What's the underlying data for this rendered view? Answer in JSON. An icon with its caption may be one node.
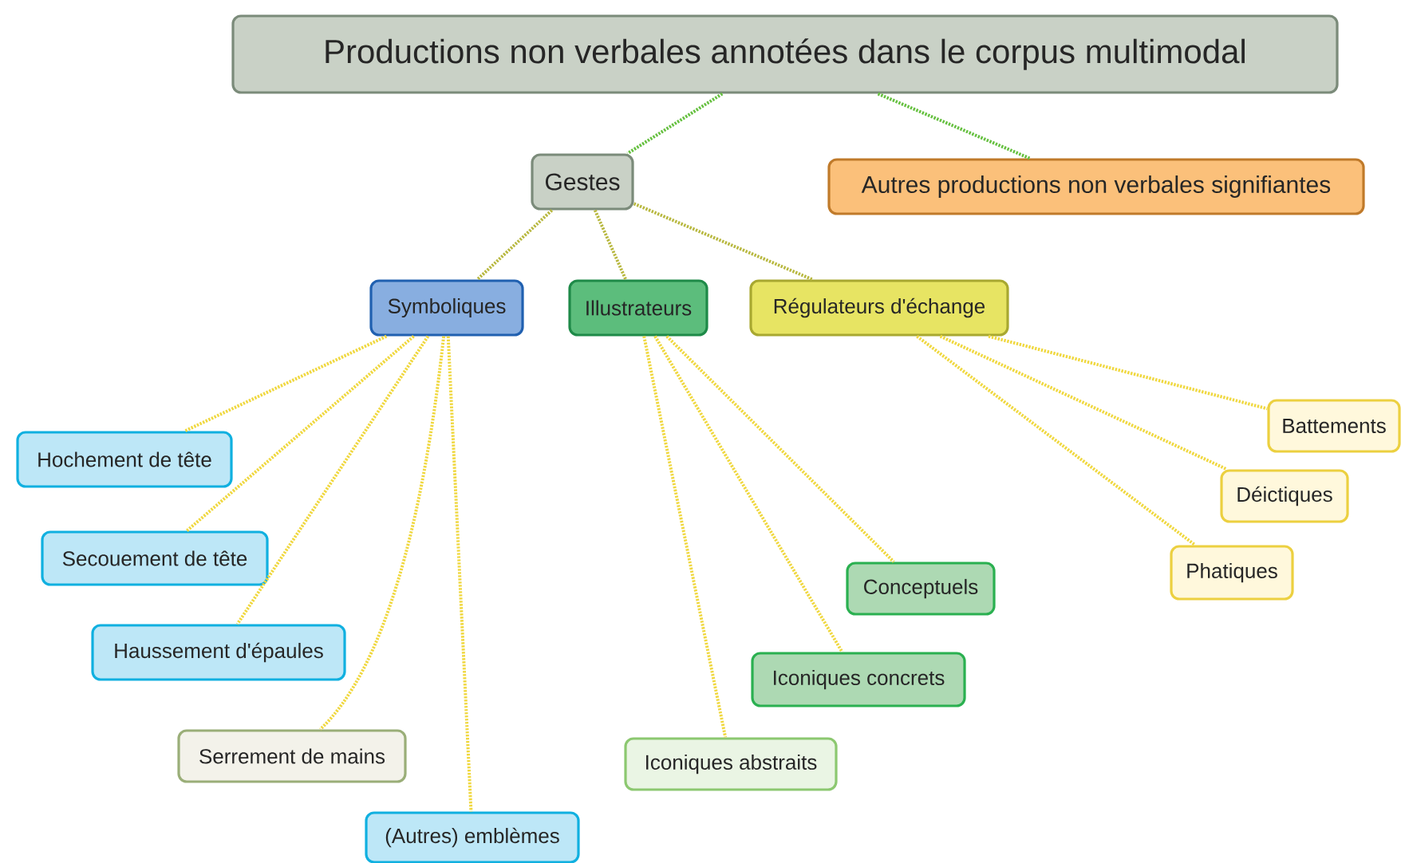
{
  "diagram": {
    "nodes": [
      {
        "text": [
          "Productions non verbales annotées dans le corpus multimodal"
        ]
      },
      {
        "text": [
          "Gestes"
        ]
      },
      {
        "text": [
          "Autres productions non verbales signifiantes"
        ]
      },
      {
        "text": [
          "Symboliques"
        ]
      },
      {
        "text": [
          "Illustrateurs"
        ]
      },
      {
        "text": [
          "Régulateurs d'échange"
        ]
      },
      {
        "text": [
          "Hochement de tête"
        ]
      },
      {
        "text": [
          "Secouement de tête"
        ]
      },
      {
        "text": [
          "Haussement d'épaules"
        ]
      },
      {
        "text": [
          "Serrement de mains"
        ]
      },
      {
        "text": [
          "(Autres) emblèmes"
        ]
      },
      {
        "text": [
          "Iconiques abstraits"
        ]
      },
      {
        "text": [
          "Iconiques concrets"
        ]
      },
      {
        "text": [
          "Conceptuels"
        ]
      },
      {
        "text": [
          "Battements"
        ]
      },
      {
        "text": [
          "Déictiques"
        ]
      },
      {
        "text": [
          "Phatiques"
        ]
      }
    ],
    "edges": [
      {
        "from": 0,
        "to": 1,
        "arrow": "none",
        "color": "#66c040"
      },
      {
        "from": 0,
        "to": 2,
        "arrow": "none",
        "color": "#66c040"
      },
      {
        "from": 1,
        "to": 3,
        "arrow": "none",
        "color": "#b8b840"
      },
      {
        "from": 1,
        "to": 4,
        "arrow": "none",
        "color": "#b8b840"
      },
      {
        "from": 1,
        "to": 5,
        "arrow": "none",
        "color": "#b8b840"
      },
      {
        "from": 3,
        "to": 6,
        "arrow": "none"
      },
      {
        "from": 3,
        "to": 7,
        "arrow": "none"
      },
      {
        "from": 3,
        "to": 8,
        "arrow": "none"
      },
      {
        "from": 3,
        "to": 9,
        "arrow": "none"
      },
      {
        "from": 3,
        "to": 10,
        "arrow": "none"
      },
      {
        "from": 4,
        "to": 11,
        "arrow": "none"
      },
      {
        "from": 4,
        "to": 12,
        "arrow": "none"
      },
      {
        "from": 4,
        "to": 13,
        "arrow": "none"
      },
      {
        "from": 5,
        "to": 14,
        "arrow": "none"
      },
      {
        "from": 5,
        "to": 15,
        "arrow": "none"
      },
      {
        "from": 5,
        "to": 16,
        "arrow": "none"
      }
    ]
  }
}
